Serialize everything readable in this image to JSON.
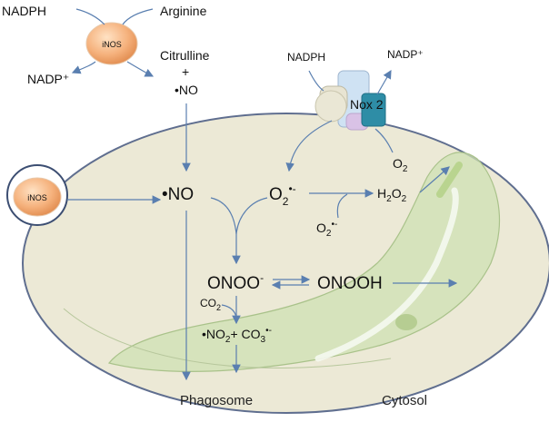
{
  "labels": {
    "nadph_top": "NADPH",
    "arginine": "Arginine",
    "inos_top": "iNOS",
    "nadp_plus_left": "NADP⁺",
    "citrulline": "Citrulline",
    "plus_sign": "+",
    "no_top": "•NO",
    "nadph_nox": "NADPH",
    "nadp_plus_nox": "NADP⁺",
    "nox2": "Nox 2",
    "o2": "O",
    "o2_sub": "2",
    "inos_cell": "iNOS",
    "no_radical": "•NO",
    "superoxide": "O",
    "superoxide_sub": "2",
    "superoxide_sup": "•-",
    "h2o2_h": "H",
    "h2o2_sub1": "2",
    "h2o2_o": "O",
    "h2o2_sub2": "2",
    "superoxide2": "O",
    "superoxide2_sub": "2",
    "superoxide2_sup": "•-",
    "onoo": "ONOO",
    "onoo_sup": "-",
    "onooh": "ONOOH",
    "co2": "CO",
    "co2_sub": "2",
    "no2_part": "•NO",
    "no2_sub": "2",
    "plus2": "+ CO",
    "co3_sub": "3",
    "co3_sup": "•-",
    "phagosome": "Phagosome",
    "cytosol": "Cytosol"
  },
  "colors": {
    "arrow": "#5a7fb0",
    "cell_fill": "#ece9d6",
    "cell_stroke": "#5f6e8f",
    "inos_fill": "#f0a56d",
    "phagosome_fill": "#cfe0b3",
    "nox_teal": "#2e8da6"
  }
}
